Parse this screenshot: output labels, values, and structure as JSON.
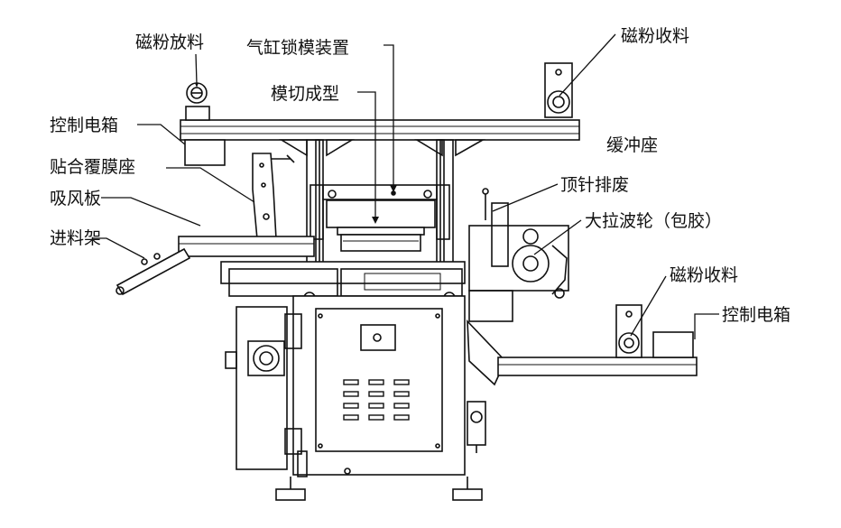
{
  "labels": {
    "magnetic_unwind": "磁粉放料",
    "cylinder_lock": "气缸锁模装置",
    "die_cut": "模切成型",
    "magnetic_rewind_top": "磁粉收料",
    "control_box_left": "控制电箱",
    "laminating_seat": "贴合覆膜座",
    "buffer_seat": "缓冲座",
    "suction_plate": "吸风板",
    "ejector_waste": "顶针排废",
    "big_pull_wheel": "大拉波轮（包胶）",
    "feed_rack": "进料架",
    "magnetic_rewind_right": "磁粉收料",
    "control_box_right": "控制电箱"
  }
}
